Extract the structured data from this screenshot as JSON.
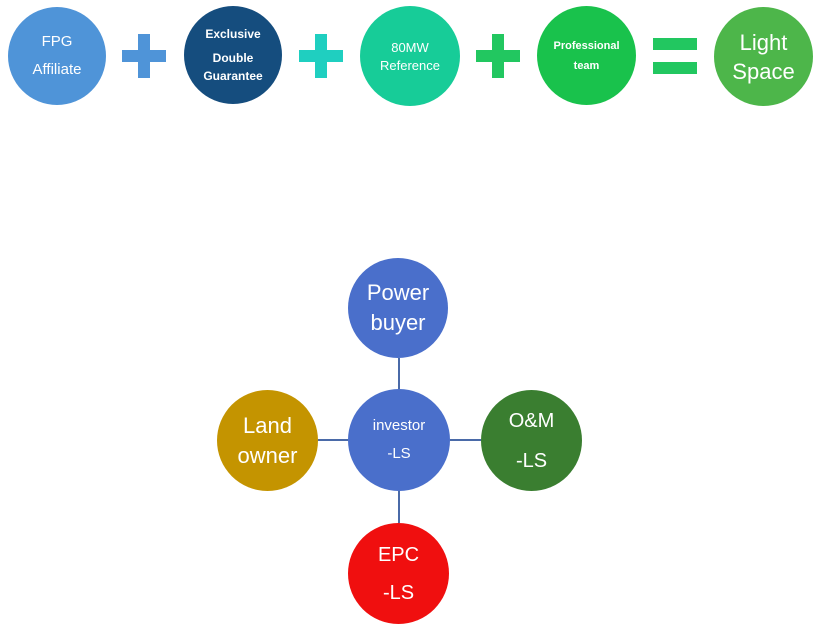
{
  "equation": {
    "terms": [
      {
        "lines": [
          "FPG",
          "Affiliate"
        ],
        "color": "#4f94d8"
      },
      {
        "lines": [
          "Exclusive",
          "Double",
          "Guarantee"
        ],
        "color": "#154d7e"
      },
      {
        "lines": [
          "80MW",
          "Reference"
        ],
        "color": "#17cc98"
      },
      {
        "lines": [
          "Professional",
          "team"
        ],
        "color": "#19c24c"
      }
    ],
    "result": {
      "lines": [
        "Light",
        "Space"
      ],
      "color": "#4db64a"
    },
    "operators": [
      {
        "symbol": "plus",
        "color": "#4f94d8"
      },
      {
        "symbol": "plus",
        "color": "#1fcfc0"
      },
      {
        "symbol": "plus",
        "color": "#22c760"
      },
      {
        "symbol": "equals",
        "color": "#22c760"
      }
    ]
  },
  "network": {
    "center": {
      "lines": [
        "investor",
        "-LS"
      ],
      "color": "#4a6fcb"
    },
    "top": {
      "lines": [
        "Power",
        "buyer"
      ],
      "color": "#4a6fcb"
    },
    "left": {
      "lines": [
        "Land",
        "owner"
      ],
      "color": "#c49400"
    },
    "right": {
      "lines": [
        "O&M",
        "-LS"
      ],
      "color": "#3a7e30"
    },
    "bottom": {
      "lines": [
        "EPC",
        "-LS"
      ],
      "color": "#f00f0f"
    },
    "connector_color": "#4a6aa8"
  }
}
